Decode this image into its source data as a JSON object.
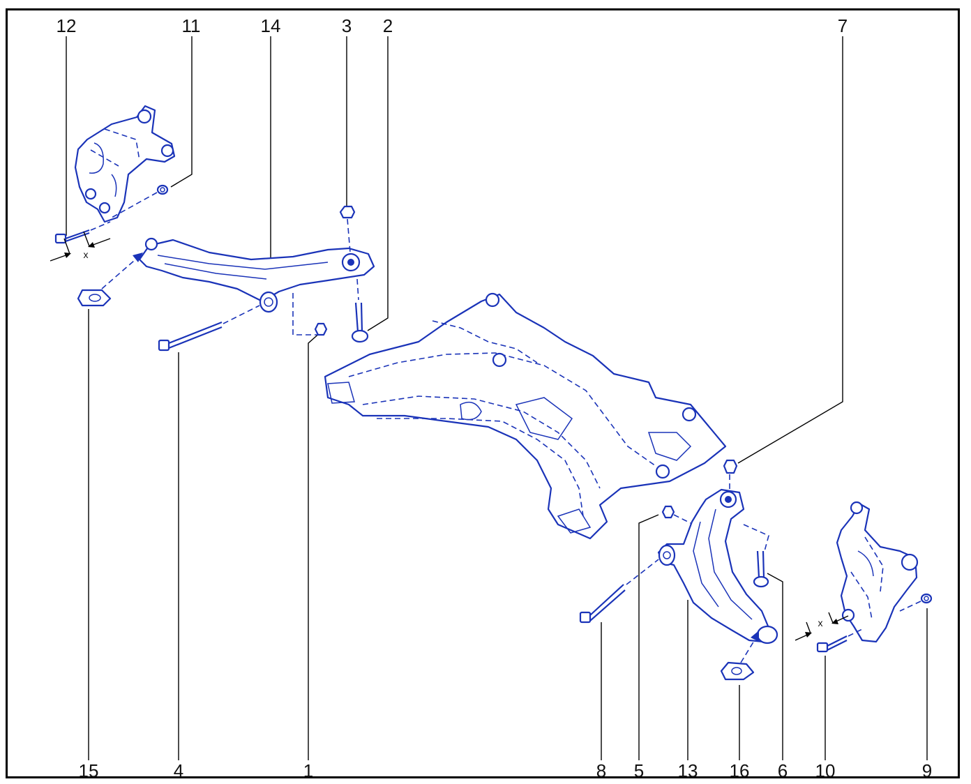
{
  "diagram": {
    "callouts": [
      {
        "id": "12",
        "label": "12"
      },
      {
        "id": "11",
        "label": "11"
      },
      {
        "id": "14",
        "label": "14"
      },
      {
        "id": "3",
        "label": "3"
      },
      {
        "id": "2",
        "label": "2"
      },
      {
        "id": "7",
        "label": "7"
      },
      {
        "id": "15",
        "label": "15"
      },
      {
        "id": "4",
        "label": "4"
      },
      {
        "id": "1",
        "label": "1"
      },
      {
        "id": "8",
        "label": "8"
      },
      {
        "id": "5",
        "label": "5"
      },
      {
        "id": "13",
        "label": "13"
      },
      {
        "id": "16",
        "label": "16"
      },
      {
        "id": "6",
        "label": "6"
      },
      {
        "id": "10",
        "label": "10"
      },
      {
        "id": "9",
        "label": "9"
      }
    ],
    "dimension_marks": {
      "left": "x",
      "right": "x"
    }
  },
  "colors": {
    "line_art": "#1a33b8",
    "callout_text": "#111111",
    "frame": "#000000"
  }
}
